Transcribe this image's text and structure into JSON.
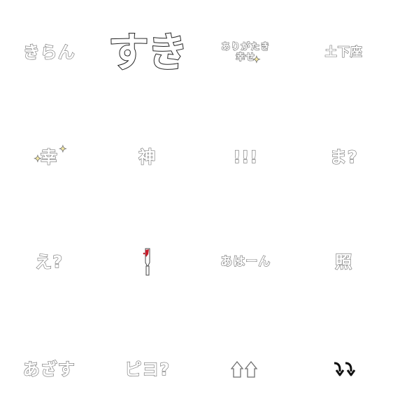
{
  "stickers": [
    {
      "text": "きらん"
    },
    {
      "text": "すき"
    },
    {
      "line1": "ありがたき",
      "line2": "幸せ"
    },
    {
      "text": "土下座"
    },
    {
      "text": "幸"
    },
    {
      "text": "神"
    },
    {
      "text": "!!!"
    },
    {
      "text": "ま?"
    },
    {
      "text": "え?"
    },
    {
      "icon": "bloody-knife-icon"
    },
    {
      "text": "あはーん"
    },
    {
      "text": "照"
    },
    {
      "text": "あざす"
    },
    {
      "text": "ピヨ?"
    },
    {
      "icon": "double-up-arrow-icon"
    },
    {
      "icon": "double-down-arrow-icon"
    }
  ],
  "colors": {
    "outline": "#6f6f6f",
    "sparkle": "#f2e6a0",
    "blood": "#c81e2c",
    "dark": "#111111"
  }
}
